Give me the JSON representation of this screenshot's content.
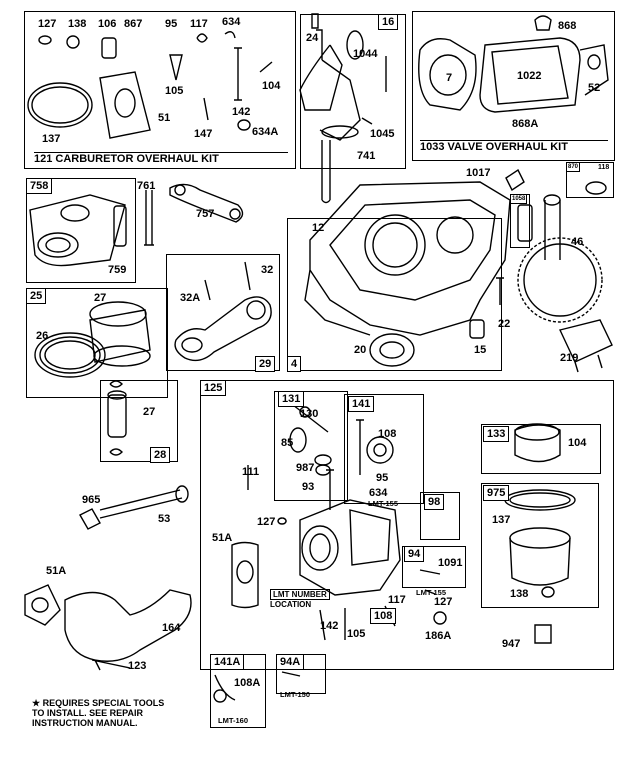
{
  "kits": {
    "carburetor": "121 CARBURETOR OVERHAUL KIT",
    "valve": "1033 VALVE OVERHAUL KIT"
  },
  "tags": {
    "t16": "16",
    "t758": "758",
    "t25": "25",
    "t28": "28",
    "t29": "29",
    "t4": "4",
    "t125": "125",
    "t131": "131",
    "t141": "141",
    "t133": "133",
    "t975": "975",
    "t98": "98",
    "t94": "94",
    "t141a": "141A",
    "t94a": "94A",
    "t1058": "1058",
    "t870": "870",
    "t118": "118",
    "t108": "108"
  },
  "labels": {
    "n127a": "127",
    "n138a": "138",
    "n106a": "106",
    "n867": "867",
    "n95a": "95",
    "n117a": "117",
    "n634": "634",
    "n105a": "105",
    "n104a": "104",
    "n137a": "137",
    "n51": "51",
    "n147": "147",
    "n142a": "142",
    "n634a": "634A",
    "n24": "24",
    "n1044": "1044",
    "n1045": "1045",
    "n741": "741",
    "n868": "868",
    "n7": "7",
    "n1022": "1022",
    "n52": "52",
    "n868a": "868A",
    "n761": "761",
    "n757": "757",
    "n759": "759",
    "n1017": "1017",
    "n12": "12",
    "n46": "46",
    "n27a": "27",
    "n26": "26",
    "n27b": "27",
    "n32": "32",
    "n32a": "32A",
    "n22": "22",
    "n15": "15",
    "n20": "20",
    "n219": "219",
    "n130": "130",
    "n85": "85",
    "n987": "987",
    "n93": "93",
    "n108b": "108",
    "n95b": "95",
    "n634b": "634",
    "n104b": "104",
    "n111": "111",
    "n965": "965",
    "n53": "53",
    "n127b": "127",
    "n51a": "51A",
    "n1091": "1091",
    "n137b": "137",
    "n138b": "138",
    "n117b": "117",
    "n127c": "127",
    "n142b": "142",
    "n105b": "105",
    "n186a": "186A",
    "n947": "947",
    "n51ab": "51A",
    "n164": "164",
    "n123": "123",
    "n108a": "108A"
  },
  "lmt": {
    "l1": "LMT-155",
    "l2": "LMT-155",
    "l3": "LMT-160",
    "l4": "LMT-150",
    "lmt_number": "LMT NUMBER",
    "location": "LOCATION"
  },
  "note": "★ REQUIRES SPECIAL TOOLS\nTO INSTALL. SEE REPAIR\nINSTRUCTION MANUAL."
}
